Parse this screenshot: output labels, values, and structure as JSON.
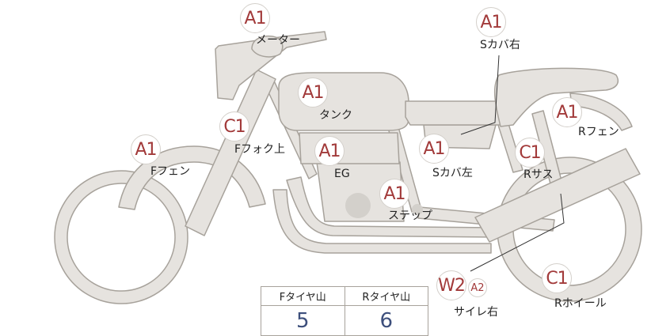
{
  "parts": [
    {
      "id": "meter",
      "label": "メーター",
      "grade": "A1"
    },
    {
      "id": "s-cover-right",
      "label": "Sカバ右",
      "grade": "A1"
    },
    {
      "id": "tank",
      "label": "タンク",
      "grade": "A1"
    },
    {
      "id": "r-fender",
      "label": "Rフェン",
      "grade": "A1"
    },
    {
      "id": "f-fork-upper",
      "label": "Fフォク上",
      "grade": "C1"
    },
    {
      "id": "f-fender",
      "label": "Fフェン",
      "grade": "A1"
    },
    {
      "id": "engine",
      "label": "EG",
      "grade": "A1"
    },
    {
      "id": "s-cover-left",
      "label": "Sカバ左",
      "grade": "A1"
    },
    {
      "id": "r-suspension",
      "label": "Rサス",
      "grade": "C1"
    },
    {
      "id": "step",
      "label": "ステップ",
      "grade": "A1"
    },
    {
      "id": "muffler",
      "label": "サイレ右",
      "grade": "W2",
      "secondary_grade": "A2"
    },
    {
      "id": "r-wheel",
      "label": "Rホイール",
      "grade": "C1"
    }
  ],
  "tread": {
    "front_label": "Fタイヤ山",
    "rear_label": "Rタイヤ山",
    "front_value": "5",
    "rear_value": "6"
  },
  "colors": {
    "bike_fill": "#e6e3df",
    "bike_stroke": "#a7a29b",
    "grade_text": "#a23a3a",
    "tread_value": "#3d4f7c"
  }
}
